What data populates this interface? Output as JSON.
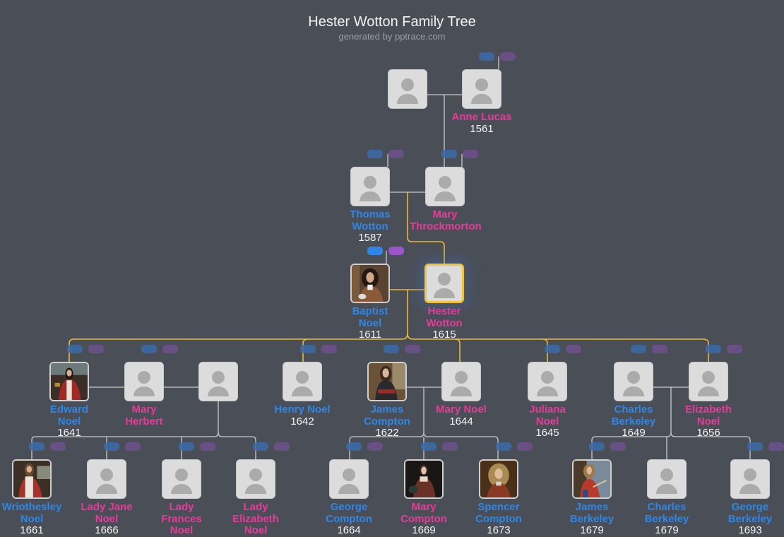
{
  "header": {
    "title": "Hester Wotton Family Tree",
    "subtitle": "generated by pptrace.com"
  },
  "colors": {
    "background": "#4a4f57",
    "male": "#2f86e6",
    "female": "#e63b9a",
    "highlight": "#f2c23d",
    "line": "#c9c9c9"
  },
  "people": {
    "g0_unknown": {
      "name": "",
      "year": ""
    },
    "anne_lucas": {
      "name": "Anne Lucas",
      "year": "1561"
    },
    "thomas_wotton": {
      "name": "Thomas Wotton",
      "year": "1587"
    },
    "mary_throckmorton": {
      "name": "Mary Throckmorton",
      "year": ""
    },
    "baptist_noel": {
      "name": "Baptist Noel",
      "year": "1611"
    },
    "hester_wotton": {
      "name": "Hester Wotton",
      "year": "1615"
    },
    "edward_noel": {
      "name": "Edward Noel",
      "year": "1641"
    },
    "mary_herbert": {
      "name": "Mary Herbert",
      "year": ""
    },
    "g3_unknown": {
      "name": "",
      "year": ""
    },
    "henry_noel": {
      "name": "Henry Noel",
      "year": "1642"
    },
    "james_compton": {
      "name": "James Compton",
      "year": "1622"
    },
    "mary_noel": {
      "name": "Mary Noel",
      "year": "1644"
    },
    "juliana_noel": {
      "name": "Juliana Noel",
      "year": "1645"
    },
    "charles_berkeley_1649": {
      "name": "Charles Berkeley",
      "year": "1649"
    },
    "elizabeth_noel": {
      "name": "Elizabeth Noel",
      "year": "1656"
    },
    "wriothesley_noel": {
      "name": "Wriothesley Noel",
      "year": "1661"
    },
    "lady_jane_noel": {
      "name": "Lady Jane Noel",
      "year": "1666"
    },
    "lady_frances_noel": {
      "name": "Lady Frances Noel",
      "year": ""
    },
    "lady_elizabeth_noel": {
      "name": "Lady Elizabeth Noel",
      "year": ""
    },
    "george_compton": {
      "name": "George Compton",
      "year": "1664"
    },
    "mary_compton": {
      "name": "Mary Compton",
      "year": "1669"
    },
    "spencer_compton": {
      "name": "Spencer Compton",
      "year": "1673"
    },
    "james_berkeley": {
      "name": "James Berkeley",
      "year": "1679"
    },
    "charles_berkeley_1679": {
      "name": "Charles Berkeley",
      "year": "1679"
    },
    "george_berkeley": {
      "name": "George Berkeley",
      "year": "1693"
    }
  }
}
